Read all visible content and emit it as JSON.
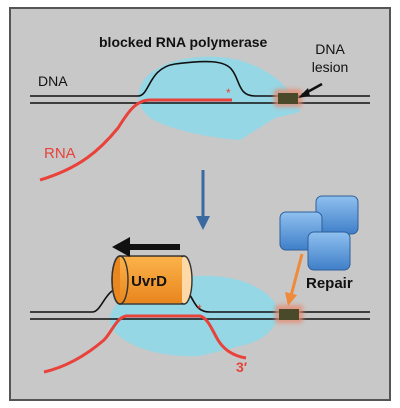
{
  "labels": {
    "blocked_polymerase": "blocked RNA polymerase",
    "dna_lesion_line1": "DNA",
    "dna_lesion_line2": "lesion",
    "dna": "DNA",
    "rna": "RNA",
    "uvrd": "UvrD",
    "repair": "Repair",
    "three_prime": "3′",
    "asterisk_top": "*",
    "asterisk_bottom": "*"
  },
  "colors": {
    "panel_background": "#c8c8c8",
    "panel_border": "#555555",
    "dna_strand": "#111111",
    "rna_strand": "#e8423a",
    "polymerase": "#8fd8e8",
    "lesion_fill": "#4a4a2a",
    "lesion_glow": "#e88a70",
    "uvrd_body": "#f39a2e",
    "repair_protein": "#5b95d8",
    "transition_arrow": "#3a6aa0",
    "repair_arrow": "#ef8a3a",
    "translocation_arrow": "#111111"
  }
}
